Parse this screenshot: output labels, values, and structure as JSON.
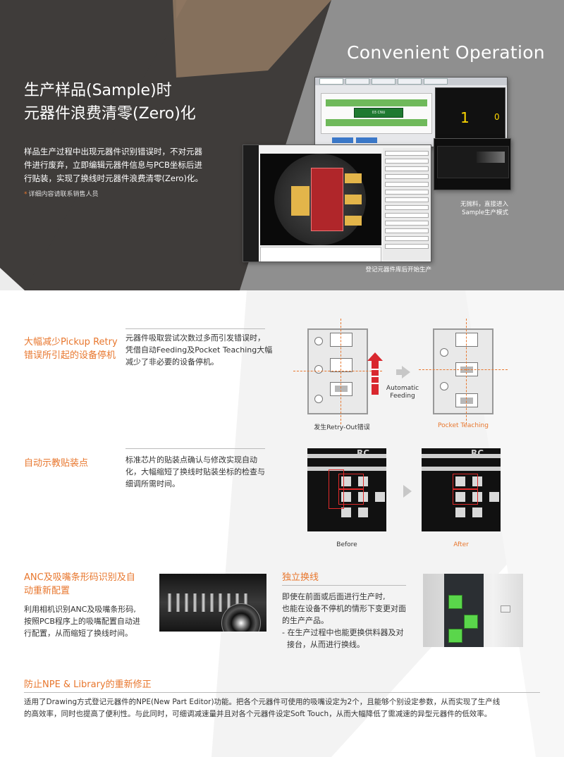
{
  "hero": {
    "title_line1": "生产样品(Sample)时",
    "title_line2": "元器件浪费清零(Zero)化",
    "body_lines": [
      "样品生产过程中出现元器件识别错误时，不对元器",
      "件进行废弃，立即编辑元器件信息与PCB坐标后进",
      "行贴装，实现了换线时元器件浪费清零(Zero)化。"
    ],
    "note": "详细内容请联系销售人员",
    "note_star": "*",
    "section_title": "Convenient Operation",
    "caption_right_1": "无抛料，直接进入",
    "caption_right_2": "Sample生产模式",
    "caption_bottom": "登记元器件库后开始生产",
    "screen_pcb_label": "03 CNU",
    "screen_counter_1": "1",
    "screen_counter_0": "0"
  },
  "pickup": {
    "title_line1": "大幅减少Pickup Retry",
    "title_line2": "错误所引起的设备停机",
    "text_lines": [
      "元器件吸取尝试次数过多而引发错误时，",
      "凭借自动Feeding及Pocket Teaching大幅",
      "减少了非必要的设备停机。"
    ],
    "label_left": "发生Retry-Out错误",
    "label_mid_1": "Automatic",
    "label_mid_2": "Feeding",
    "label_right": "Pocket Teaching"
  },
  "teach": {
    "title": "自动示教贴装点",
    "text_lines": [
      "标准芯片的贴装点确认与修改实现自动",
      "化，大幅缩短了换线时贴装坐标的检查与",
      "细调所需时间。"
    ],
    "label_before": "Before",
    "label_after": "After"
  },
  "anc": {
    "title_line1": "ANC及吸嘴条形码识别及自",
    "title_line2": "动重新配置",
    "text_lines": [
      "利用相机识别ANC及吸嘴条形码,",
      "按照PCB程序上的吸嘴配置自动进",
      "行配置，从而缩短了换线时间。"
    ]
  },
  "independent": {
    "title": "独立换线",
    "text_lines": [
      "即使在前面或后面进行生产时,",
      "也能在设备不停机的情形下变更对面",
      "的生产产品。",
      "- 在生产过程中也能更换供料器及对",
      "  接台，从而进行换线。"
    ]
  },
  "npe": {
    "title": "防止NPE & Library的重新修正",
    "text_lines": [
      "适用了Drawing方式登记元器件的NPE(New Part Editor)功能。把各个元器件可使用的吸嘴设定为2个，且能够个别设定参数，从而实现了生产线",
      "的高效率，同时也提高了便利性。与此同时，可细调减速量并且对各个元器件设定Soft Touch，从而大幅降低了需减速的异型元器件的低效率。"
    ]
  },
  "colors": {
    "accent": "#e8772e",
    "hero_dark": "#3f3c3a",
    "hero_gray": "#8f8f8f",
    "hero_brown": "#8d7560"
  }
}
